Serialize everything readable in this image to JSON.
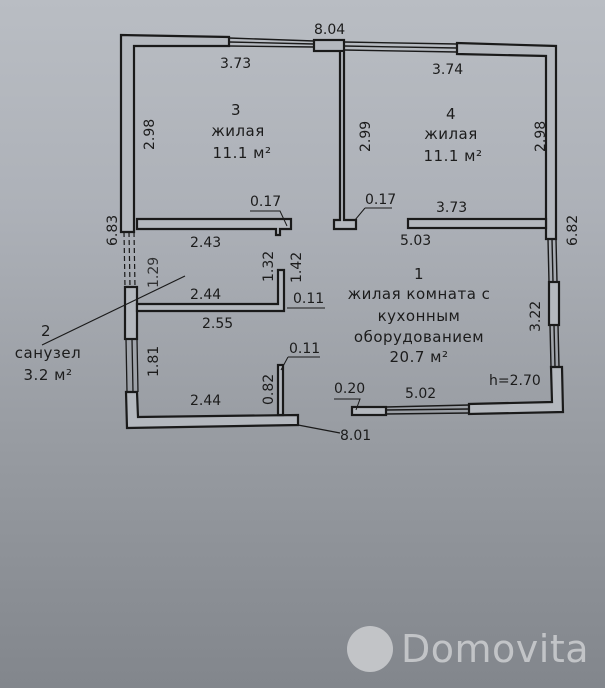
{
  "plan": {
    "overall": {
      "top_length": "8.04",
      "bottom_length": "8.01",
      "left_height": "6.83",
      "right_height": "6.82",
      "ceiling_height": "h=2.70"
    },
    "rooms": [
      {
        "number": "1",
        "type_line1": "жилая комната с",
        "type_line2": "кухонным",
        "type_line3": "оборудованием",
        "area": "20.7 м²"
      },
      {
        "number": "2",
        "type_line1": "санузел",
        "area": "3.2 м²"
      },
      {
        "number": "3",
        "type_line1": "жилая",
        "area": "11.1 м²"
      },
      {
        "number": "4",
        "type_line1": "жилая",
        "area": "11.1 м²"
      }
    ],
    "dimensions": {
      "room3_width": "3.73",
      "room3_height": "2.98",
      "room4_width": "3.74",
      "room4_height_left": "2.99",
      "room4_height_right": "2.98",
      "partition_left": "0.17",
      "partition_mid": "0.17",
      "room4_bottom_width": "3.73",
      "room1_width_top": "5.03",
      "room3_bottom_width": "2.43",
      "window_left": "1.29",
      "bath_height_inner": "1.32",
      "bath_height_outer": "1.42",
      "bath_wall_thickness": "0.11",
      "bath_top_width": "2.44",
      "bath_bottom_width": "2.55",
      "window_left_lower": "1.81",
      "hall_width": "2.44",
      "hall_wall_height": "0.82",
      "hall_wall_thickness": "0.11",
      "entry_wall": "0.20",
      "room1_width_bottom": "5.02",
      "window_right": "3.22"
    }
  },
  "watermark": {
    "text": "Domovita"
  }
}
